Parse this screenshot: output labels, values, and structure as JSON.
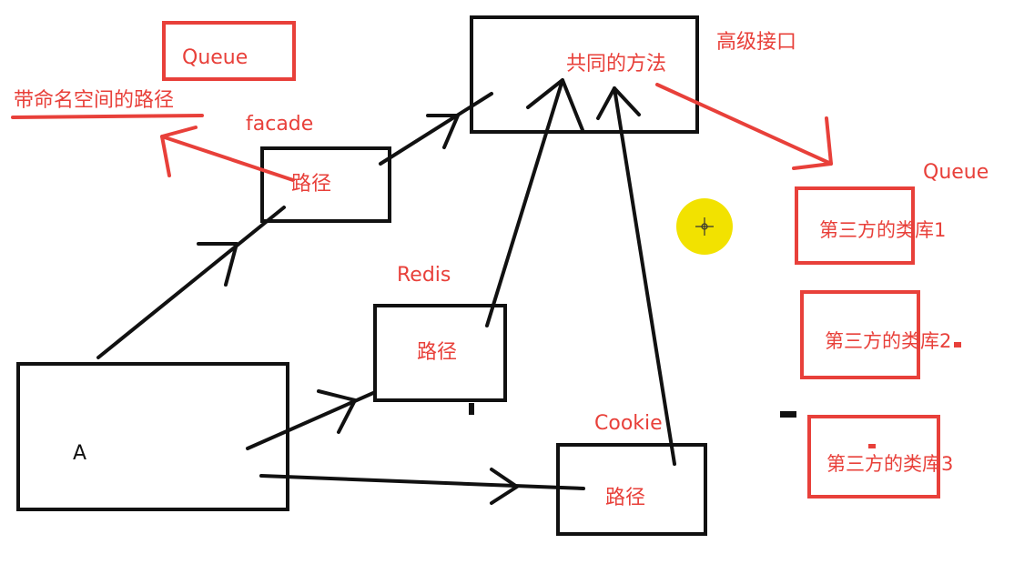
{
  "diagram": {
    "interface_box": {
      "title": "共同的方法"
    },
    "interface_label": "高级接口",
    "queue_top": "Queue",
    "namespace_path": "带命名空间的路径",
    "facade": {
      "name": "facade",
      "box": "路径"
    },
    "redis": {
      "name": "Redis",
      "box": "路径"
    },
    "cookie": {
      "name": "Cookie",
      "box": "路径"
    },
    "client_box": "A",
    "queue_right": "Queue",
    "libraries": [
      "第三方的类库1",
      "第三方的类库2",
      "第三方的类库3"
    ]
  },
  "colors": {
    "ink": "#111111",
    "accent": "#e8403a",
    "cursor": "#f2e200"
  }
}
